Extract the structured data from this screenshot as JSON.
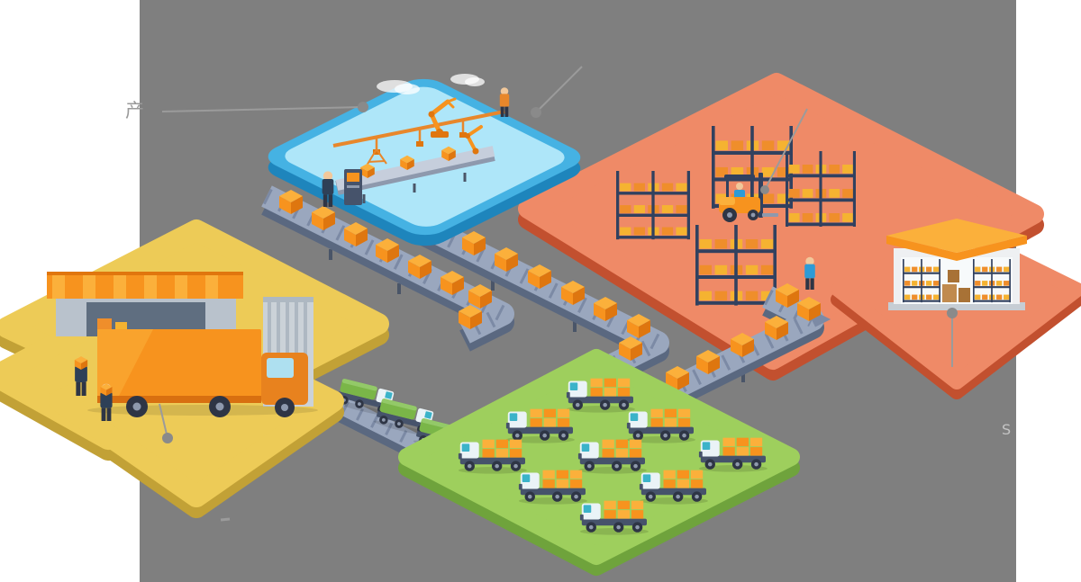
{
  "labels": {
    "production": "产",
    "partial_right": "S"
  },
  "platforms": [
    {
      "name": "factory-platform",
      "color": "#45B2E3"
    },
    {
      "name": "warehouse-platform",
      "color": "#EF8A67"
    },
    {
      "name": "storefront-platform",
      "color": "#EF8A67"
    },
    {
      "name": "loading-dock-platform",
      "color": "#EDCB57"
    },
    {
      "name": "distribution-platform",
      "color": "#9ECF5D"
    }
  ],
  "colors": {
    "backdrop_gray": "#7F7F7F",
    "platform_blue": "#45B2E3",
    "platform_blue_side": "#1E85BC",
    "platform_blue_inner": "#AEE6F9",
    "platform_orange": "#EF8A67",
    "platform_orange_side": "#C2502F",
    "platform_yellow": "#EDCB57",
    "platform_yellow_side": "#C2A136",
    "platform_green": "#9ECF5D",
    "platform_green_side": "#6FA33C",
    "conveyor_top": "#9AA7BE",
    "conveyor_side": "#5A6880",
    "conveyor_tick": "#7C8AA5",
    "box_top": "#FBB03B",
    "box_left": "#F7931E",
    "box_right": "#DE760F",
    "rack_frame": "#31415F",
    "crate_yellow": "#F5B331",
    "crate_orange": "#EF8E2B",
    "crate_brown": "#C08A4E",
    "truck_cab": "#EAF3F7",
    "truck_window": "#3BB3C9",
    "cargo_green": "#7AB648",
    "worker_blue": "#2E9BD6",
    "suit_navy": "#2E4057",
    "skin": "#F2C89B",
    "wheel_dark": "#2E3545",
    "wheel_hub": "#8E99AD",
    "machine_dark": "#46536B",
    "forklift_orange": "#F7931E",
    "awning_orange": "#F7931E",
    "awning_light": "#FBB03B",
    "wall_gray": "#B9C2CC",
    "fence_gray": "#CBD2D8",
    "store_wall": "#EEF0F2",
    "roof_top": "#FBB03B",
    "roof_front": "#F7931E",
    "label_gray": "#9A9A9A"
  }
}
